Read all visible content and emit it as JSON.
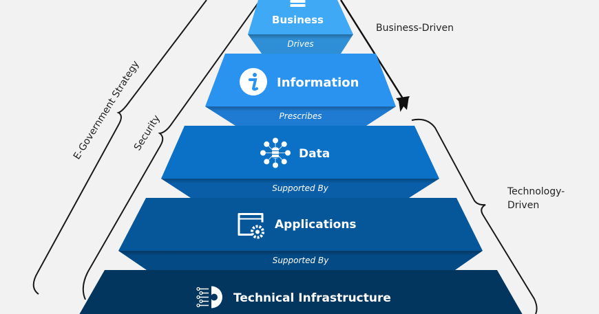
{
  "tiers": [
    {
      "id": "business",
      "label": "Business",
      "icon": "document-stack-icon",
      "color": "#3fa9f5",
      "band_color": "#2f8fd6"
    },
    {
      "id": "information",
      "label": "Information",
      "icon": "info-icon",
      "color": "#2a93f0",
      "band_color": "#1f7bd1"
    },
    {
      "id": "data",
      "label": "Data",
      "icon": "database-network-icon",
      "color": "#0a71c6",
      "band_color": "#0a5ea8"
    },
    {
      "id": "applications",
      "label": "Applications",
      "icon": "app-window-gear-icon",
      "color": "#05579a",
      "band_color": "#044a84"
    },
    {
      "id": "technical-infrastructure",
      "label": "Technical Infrastructure",
      "icon": "circuit-gear-icon",
      "color": "#03365f",
      "band_color": "#03365f"
    }
  ],
  "connectors": [
    {
      "label": "Drives"
    },
    {
      "label": "Prescribes"
    },
    {
      "label": "Supported By"
    },
    {
      "label": "Supported By"
    }
  ],
  "annotations": {
    "business_driven": "Business-Driven",
    "technology_driven_line1": "Technology-",
    "technology_driven_line2": "Driven",
    "egovernment_strategy": "E-Government Strategy",
    "security": "Security"
  },
  "colors": {
    "background": "#f2f2f2",
    "line": "#1a1a1a",
    "text_dark": "#222222"
  }
}
